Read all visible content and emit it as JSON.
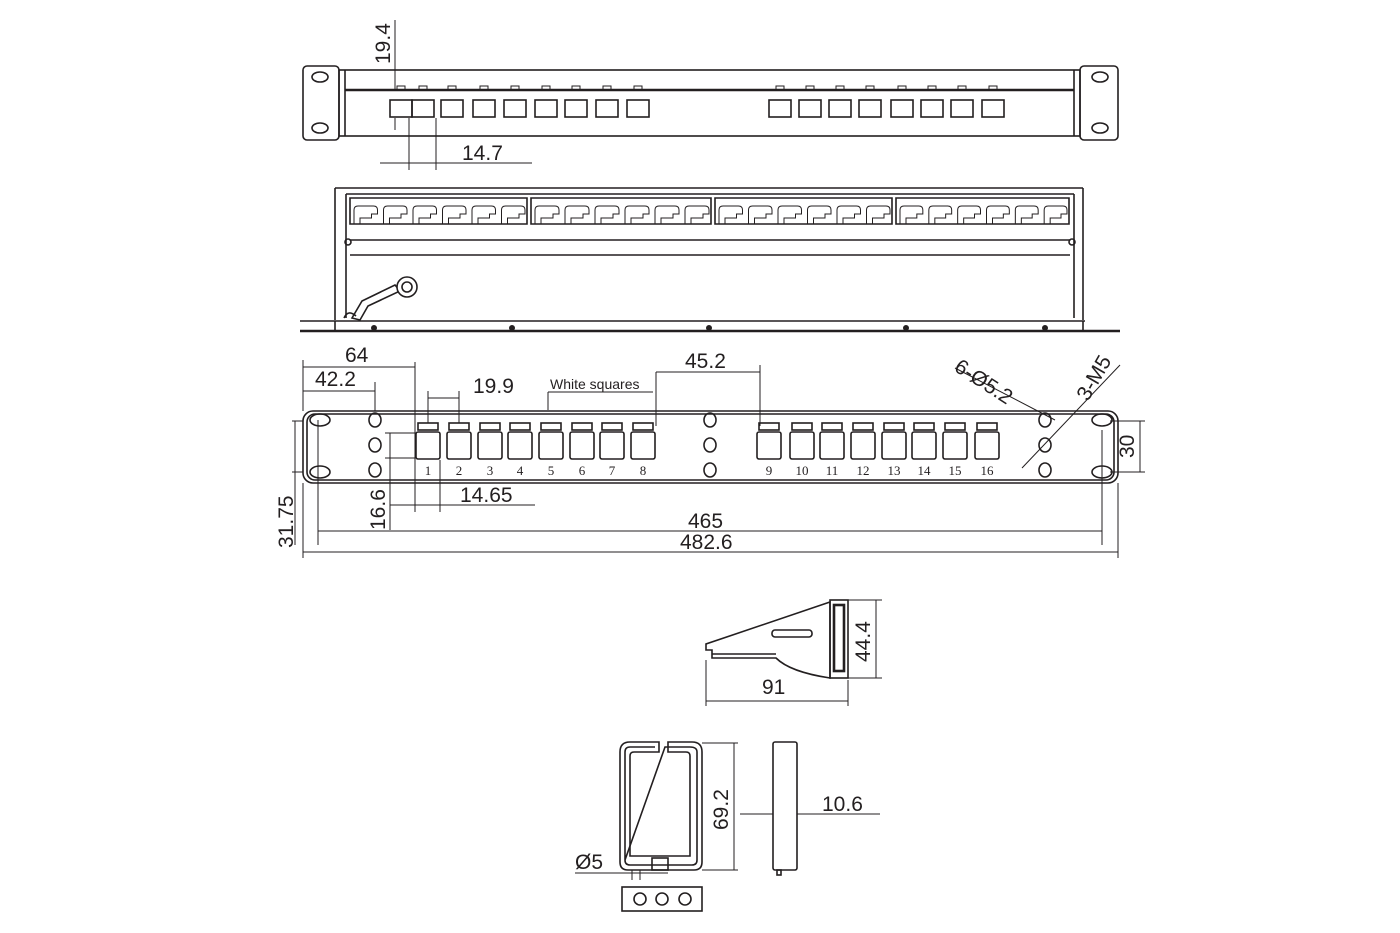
{
  "dimensions": {
    "top_depth": "19.4",
    "top_port_pitch": "14.7",
    "mount_offset_64": "64",
    "mount_offset_42": "42.2",
    "port_pitch": "19.9",
    "group_gap": "45.2",
    "hole_spec": "6-Ø5.2",
    "thread_spec": "3-M5",
    "hole_spacing": "30",
    "panel_height": "31.75",
    "row_offset": "16.6",
    "port_width": "14.65",
    "inner_width": "465",
    "total_width": "482.6",
    "bracket_height": "44.4",
    "bracket_depth": "91",
    "ring_height": "69.2",
    "ring_diameter": "Ø5",
    "ring_thickness": "10.6"
  },
  "annotation": {
    "white_squares": "White squares"
  },
  "ports_left": [
    "1",
    "2",
    "3",
    "4",
    "5",
    "6",
    "7",
    "8"
  ],
  "ports_right": [
    "9",
    "10",
    "11",
    "12",
    "13",
    "14",
    "15",
    "16"
  ],
  "line_color": "#231f20"
}
